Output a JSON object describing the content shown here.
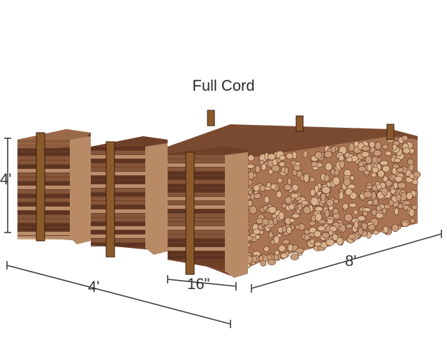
{
  "diagram": {
    "title": "Full Cord",
    "dimensions": {
      "height": "4'",
      "width": "4'",
      "piece_length": "16\"",
      "length": "8'"
    }
  },
  "colors": {
    "log_dark": "#5a3220",
    "log_mid": "#8a5a3c",
    "log_light": "#c89b78",
    "end_grain": "#d9b28c",
    "post": "#8b5a2b",
    "line": "#3a3a3a"
  }
}
